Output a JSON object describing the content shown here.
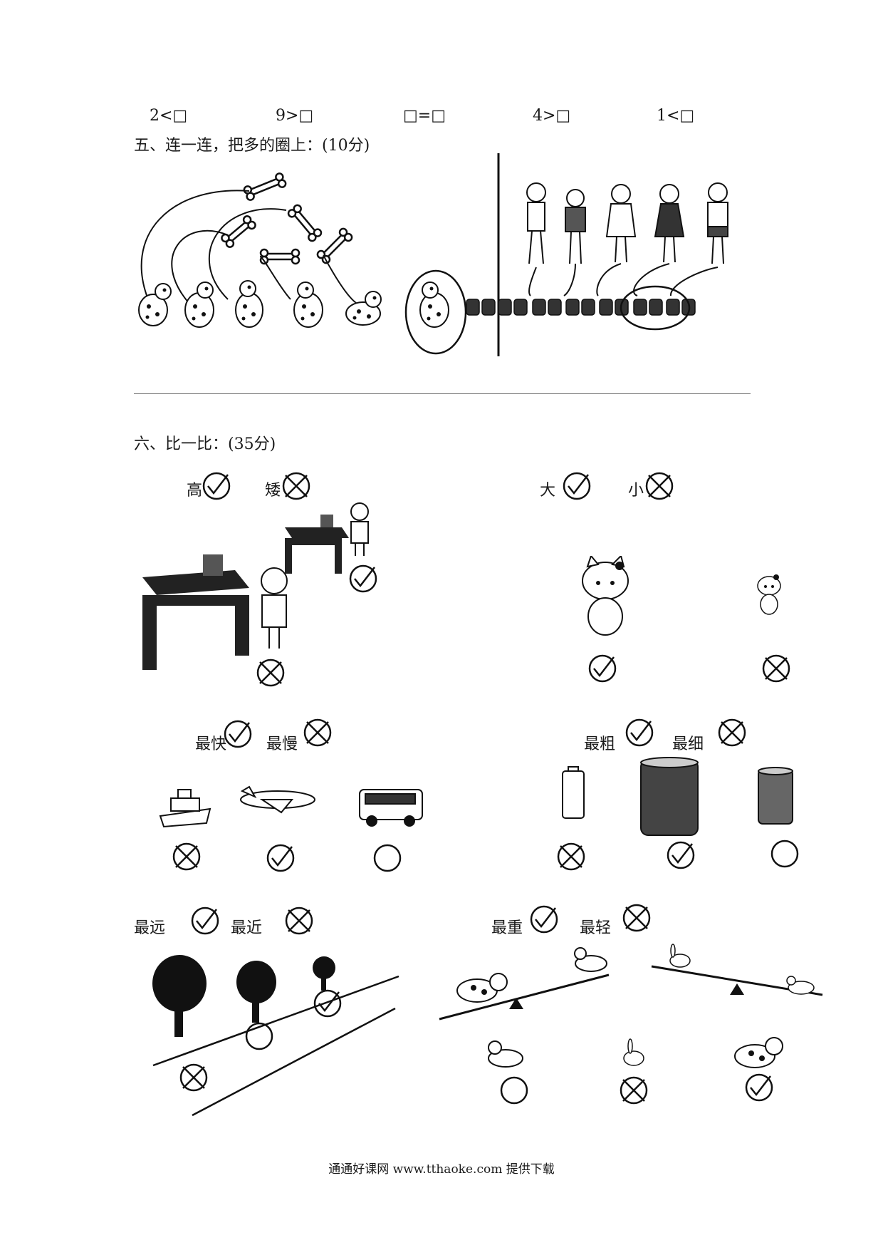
{
  "inequalities": [
    "2<□",
    "9>□",
    "□=□",
    "4>□",
    "1<□"
  ],
  "section5": {
    "title": "五、连一连，把多的圈上：(10分)"
  },
  "section6": {
    "title": "六、比一比：(35分)",
    "p1": {
      "a": "高",
      "b": "矮"
    },
    "p2": {
      "a": "大",
      "b": "小"
    },
    "p3": {
      "a": "最快",
      "b": "最慢"
    },
    "p4": {
      "a": "最粗",
      "b": "最细"
    },
    "p5": {
      "a": "最远",
      "b": "最近"
    },
    "p6": {
      "a": "最重",
      "b": "最轻"
    }
  },
  "footer": "通通好课网  www.tthaoke.com  提供下载"
}
